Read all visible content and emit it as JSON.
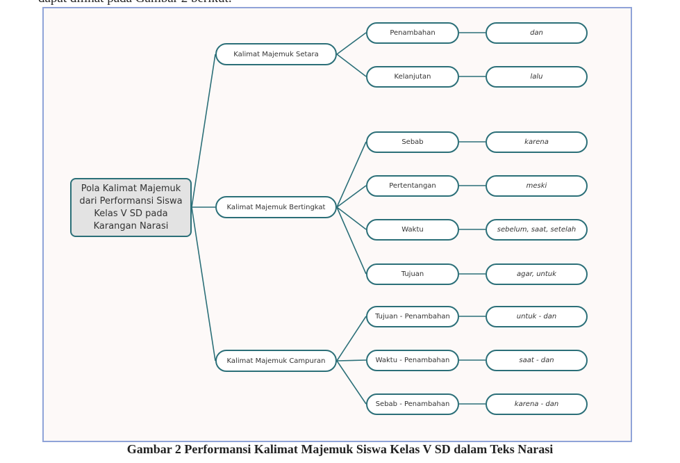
{
  "top_text": "dapat dilihat pada Gambar 2 berikut.",
  "diagram": {
    "root": {
      "label": "Pola Kalimat Majemuk dari Performansi Siswa Kelas V SD pada Karangan Narasi"
    },
    "categories": [
      {
        "label": "Kalimat Majemuk Setara",
        "children": [
          {
            "label": "Penambahan",
            "value": "dan"
          },
          {
            "label": "Kelanjutan",
            "value": "lalu"
          }
        ]
      },
      {
        "label": "Kalimat Majemuk Bertingkat",
        "children": [
          {
            "label": "Sebab",
            "value": "karena"
          },
          {
            "label": "Pertentangan",
            "value": "meski"
          },
          {
            "label": "Waktu",
            "value": "sebelum, saat, setelah"
          },
          {
            "label": "Tujuan",
            "value": "agar, untuk"
          }
        ]
      },
      {
        "label": "Kalimat Majemuk Campuran",
        "children": [
          {
            "label": "Tujuan - Penambahan",
            "value": "untuk - dan"
          },
          {
            "label": "Waktu - Penambahan",
            "value": "saat - dan"
          },
          {
            "label": "Sebab - Penambahan",
            "value": "karena - dan"
          }
        ]
      }
    ],
    "colors": {
      "node_border": "#2b6f78",
      "root_fill": "#e3e3e3",
      "frame_border": "#8fa3d8",
      "frame_fill": "#fdf9f8"
    }
  },
  "caption": "Gambar 2 Performansi Kalimat Majemuk Siswa Kelas V SD dalam Teks Narasi"
}
